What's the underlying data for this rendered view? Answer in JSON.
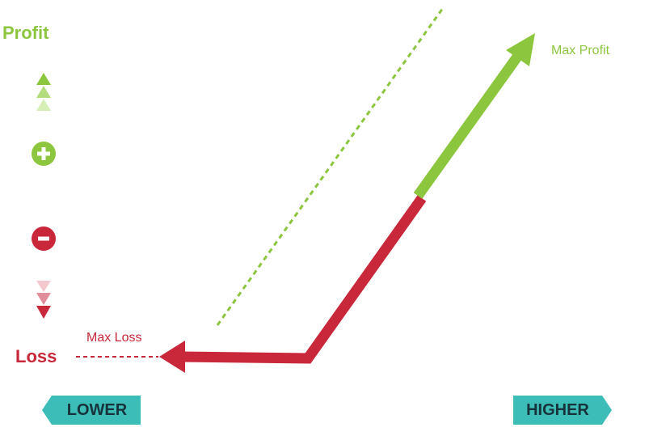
{
  "labels": {
    "profit": "Profit",
    "loss": "Loss",
    "max_profit": "Max Profit",
    "max_loss": "Max Loss",
    "lower": "LOWER",
    "higher": "HIGHER"
  },
  "icons": {
    "plus": "plus-circle-icon",
    "minus": "minus-circle-icon",
    "up": "triple-up-triangle-icon",
    "down": "triple-down-triangle-icon"
  },
  "colors": {
    "profit": "#8cc63f",
    "loss": "#c8283a",
    "tag": "#3dbdb8",
    "tag_text": "#17323a"
  }
}
